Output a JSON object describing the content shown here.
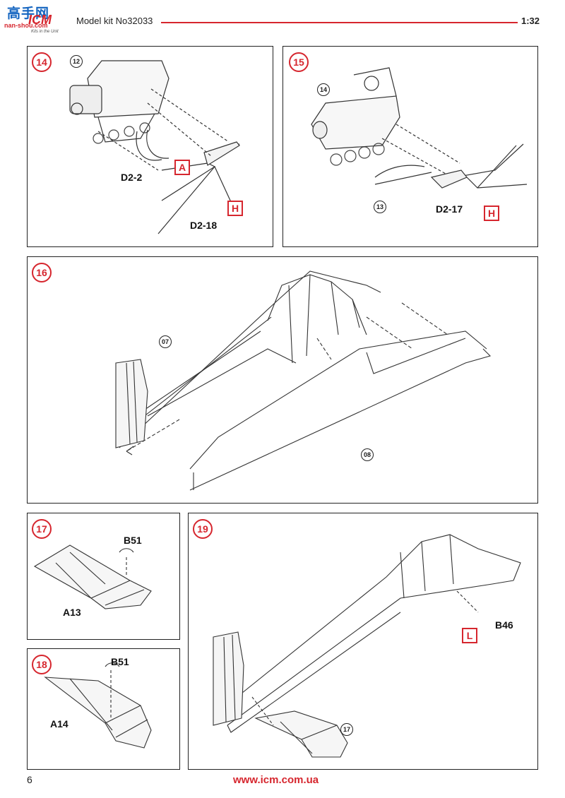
{
  "header": {
    "logo_text": "高手网",
    "logo_brand": "ICM",
    "logo_url": "nan-shou.com",
    "logo_tagline": "Kits in the Unit",
    "model_kit": "Model kit No32033",
    "scale": "1:32"
  },
  "steps": {
    "s14": {
      "number": "14",
      "ref": "12",
      "parts": [
        "D2-2",
        "D2-18"
      ],
      "boxes": [
        "A",
        "H"
      ]
    },
    "s15": {
      "number": "15",
      "ref_top": "14",
      "ref_bottom": "13",
      "parts": [
        "D2-17"
      ],
      "boxes": [
        "H"
      ]
    },
    "s16": {
      "number": "16",
      "ref_left": "07",
      "ref_right": "08"
    },
    "s17": {
      "number": "17",
      "parts": [
        "B51",
        "A13"
      ]
    },
    "s18": {
      "number": "18",
      "parts": [
        "B51",
        "A14"
      ]
    },
    "s19": {
      "number": "19",
      "ref": "17",
      "parts": [
        "B46"
      ],
      "boxes": [
        "L"
      ]
    }
  },
  "footer": {
    "page": "6",
    "url": "www.icm.com.ua"
  },
  "colors": {
    "accent": "#d6262e",
    "line": "#222222"
  }
}
